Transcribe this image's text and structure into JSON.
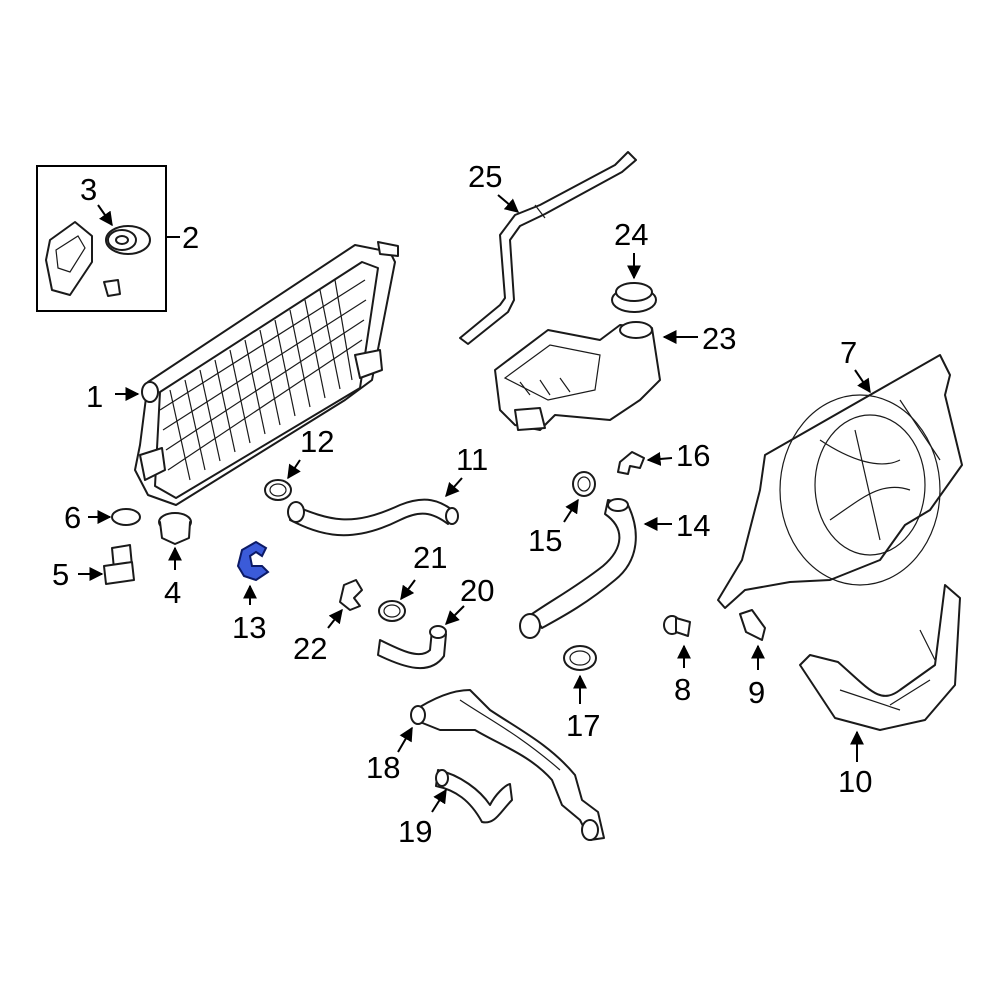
{
  "diagram": {
    "highlight_color": "#3b5bd9",
    "callouts": [
      {
        "id": "1",
        "label": "1"
      },
      {
        "id": "2",
        "label": "2"
      },
      {
        "id": "3",
        "label": "3"
      },
      {
        "id": "4",
        "label": "4"
      },
      {
        "id": "5",
        "label": "5"
      },
      {
        "id": "6",
        "label": "6"
      },
      {
        "id": "7",
        "label": "7"
      },
      {
        "id": "8",
        "label": "8"
      },
      {
        "id": "9",
        "label": "9"
      },
      {
        "id": "10",
        "label": "10"
      },
      {
        "id": "11",
        "label": "11"
      },
      {
        "id": "12",
        "label": "12"
      },
      {
        "id": "13",
        "label": "13"
      },
      {
        "id": "14",
        "label": "14"
      },
      {
        "id": "15",
        "label": "15"
      },
      {
        "id": "16",
        "label": "16"
      },
      {
        "id": "17",
        "label": "17"
      },
      {
        "id": "18",
        "label": "18"
      },
      {
        "id": "19",
        "label": "19"
      },
      {
        "id": "20",
        "label": "20"
      },
      {
        "id": "21",
        "label": "21"
      },
      {
        "id": "22",
        "label": "22"
      },
      {
        "id": "23",
        "label": "23"
      },
      {
        "id": "24",
        "label": "24"
      },
      {
        "id": "25",
        "label": "25"
      }
    ]
  }
}
